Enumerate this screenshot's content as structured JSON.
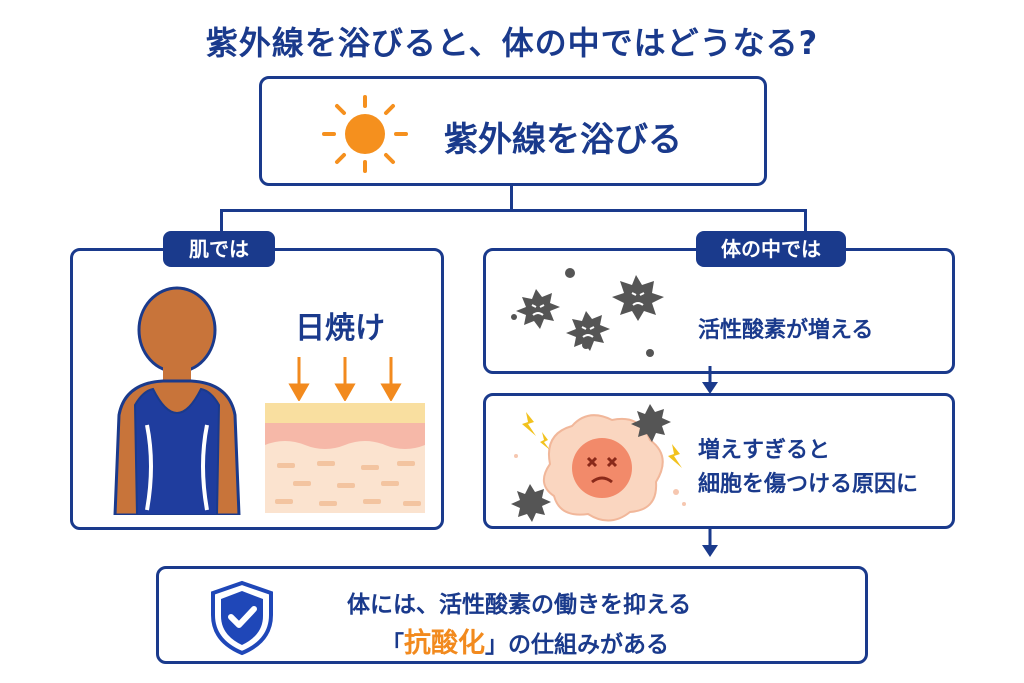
{
  "title": "紫外線を浴びると、体の中ではどうなる?",
  "top_box": {
    "label": "紫外線を浴びる",
    "icon": "sun-icon"
  },
  "left_panel": {
    "tag": "肌では",
    "label": "日焼け",
    "icons": [
      "person-icon",
      "skin-layers-icon",
      "uv-arrows-icon"
    ]
  },
  "right_panel": {
    "tag": "体の中では",
    "step1": {
      "label": "活性酸素が増える",
      "icon": "virus-cluster-icon"
    },
    "step2": {
      "line1": "増えすぎると",
      "line2": "細胞を傷つける原因に",
      "icon": "damaged-cell-icon"
    }
  },
  "bottom_box": {
    "line1": "体には、活性酸素の働きを抑える",
    "line2_open": "「",
    "line2_emph": "抗酸化",
    "line2_close": "」の仕組みがある",
    "icon": "shield-check-icon"
  },
  "colors": {
    "primary": "#1a3a8c",
    "accent": "#f28a1e",
    "virus": "#555555"
  }
}
